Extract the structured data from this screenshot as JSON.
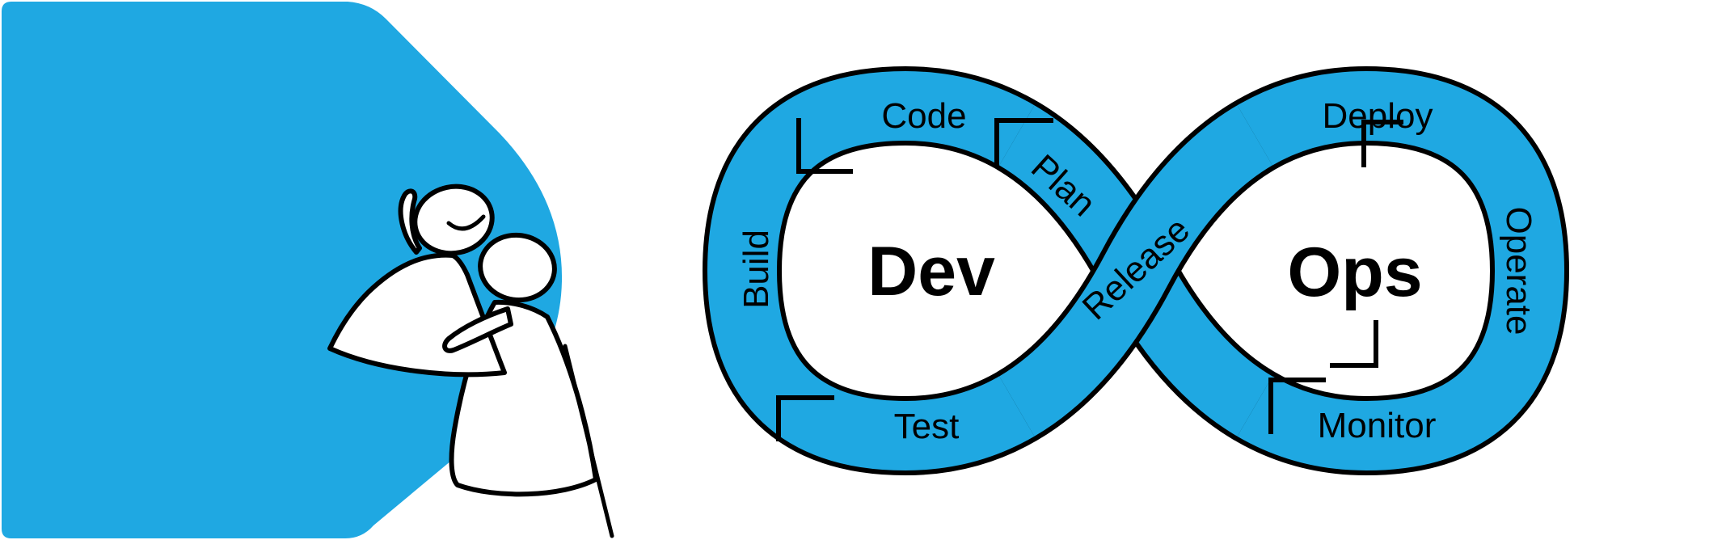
{
  "colors": {
    "brand_blue": "#1FA8E2",
    "ink": "#000000"
  },
  "diagram": {
    "left_loop_label": "Dev",
    "right_loop_label": "Ops",
    "segments": [
      {
        "id": "code",
        "label": "Code"
      },
      {
        "id": "plan",
        "label": "Plan"
      },
      {
        "id": "build",
        "label": "Build"
      },
      {
        "id": "test",
        "label": "Test"
      },
      {
        "id": "release",
        "label": "Release"
      },
      {
        "id": "deploy",
        "label": "Deploy"
      },
      {
        "id": "operate",
        "label": "Operate"
      },
      {
        "id": "monitor",
        "label": "Monitor"
      }
    ]
  }
}
